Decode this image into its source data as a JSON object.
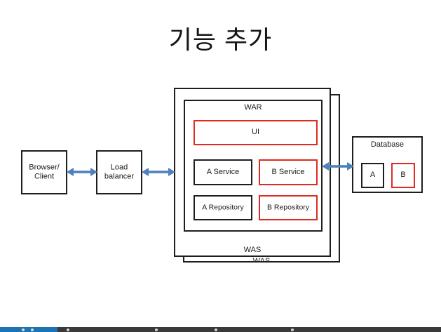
{
  "title": "기능 추가",
  "colors": {
    "box_border_black": "#1e1e1e",
    "box_border_red": "#e02b22",
    "arrow_blue": "#4f81bd",
    "player_bar_bg": "#3a3a3a",
    "player_progress_blue": "#1d73b4"
  },
  "diagram": {
    "browser": {
      "line1": "Browser/",
      "line2": "Client"
    },
    "load_balancer": {
      "line1": "Load",
      "line2": "balancer"
    },
    "was_front_label": "WAS",
    "was_back_label": "WAS",
    "war_label": "WAR",
    "ui_label": "UI",
    "a_service_label": "A Service",
    "b_service_label": "B Service",
    "a_repository_label": "A Repository",
    "b_repository_label": "B Repository",
    "database_label": "Database",
    "db_a_label": "A",
    "db_b_label": "B"
  },
  "player": {
    "progress_percent": 13
  }
}
